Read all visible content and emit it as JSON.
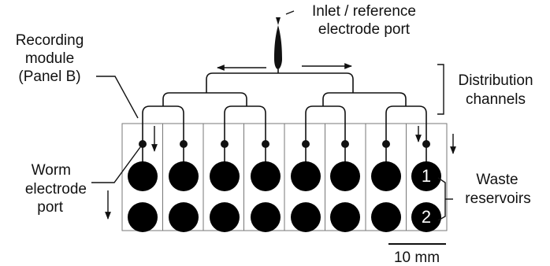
{
  "labels": {
    "inlet_line1": "Inlet / reference",
    "inlet_line2": "electrode port",
    "recording_line1": "Recording",
    "recording_line2": "module",
    "recording_line3": "(Panel B)",
    "distribution_line1": "Distribution",
    "distribution_line2": "channels",
    "worm_line1": "Worm",
    "worm_line2": "electrode",
    "worm_line3": "port",
    "waste_line1": "Waste",
    "waste_line2": "reservoirs",
    "scale_bar": "10 mm",
    "reservoir_1": "1",
    "reservoir_2": "2"
  },
  "modules": 8
}
